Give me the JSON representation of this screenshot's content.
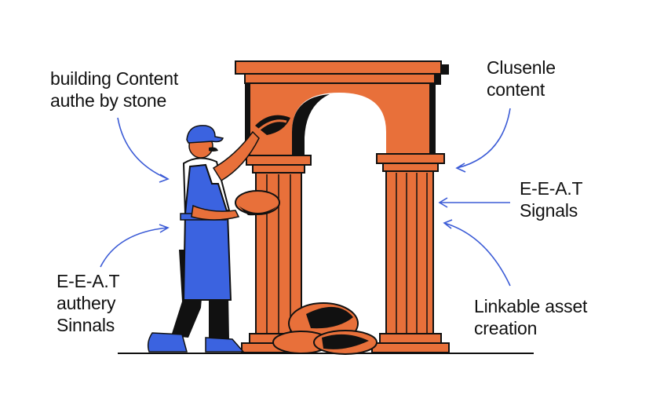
{
  "labels": {
    "building_line1": "building Content",
    "building_line2": "authe by stone",
    "clusenle_line1": "Clusenle",
    "clusenle_line2": "content",
    "eeat_right_line1": "E-E-A.T",
    "eeat_right_line2": "Signals",
    "eeat_left_line1": "E-E-A.T",
    "eeat_left_line2": "authery",
    "eeat_left_line3": "Sinnals",
    "linkable_line1": "Linkable asset",
    "linkable_line2": "creation"
  },
  "colors": {
    "stone_orange": "#E8703A",
    "stone_dark": "#111111",
    "apron_blue": "#3B63E0",
    "arrow_blue": "#3B5BD6",
    "skin": "#E8703A",
    "shirt": "#ffffff"
  },
  "icons": {
    "worker": "stonemason-figure",
    "arch": "classical-arch-icon",
    "stones": "stone-pile-icon"
  }
}
